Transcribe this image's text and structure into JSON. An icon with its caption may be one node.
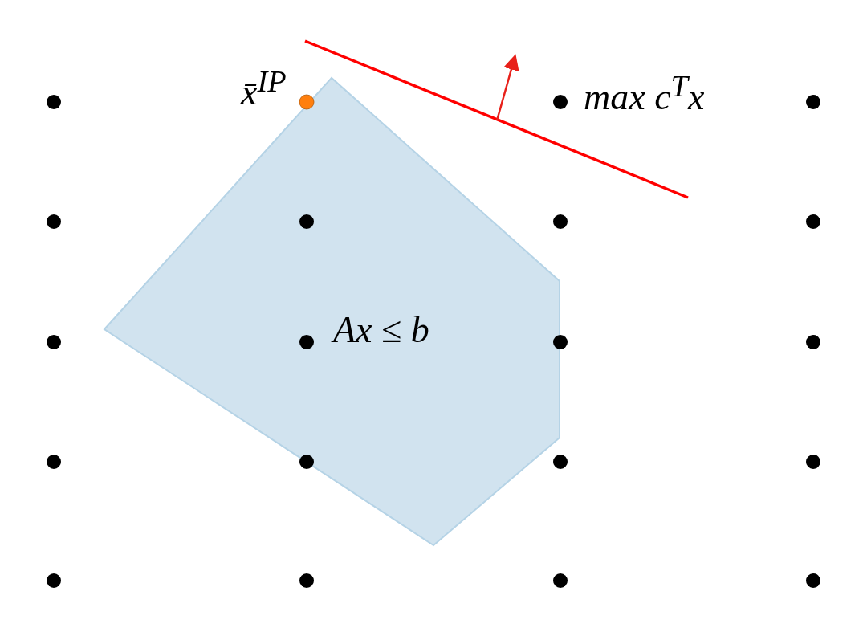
{
  "diagram": {
    "nodes": [
      {
        "text": [
          "Ax ≤ b"
        ]
      }
    ],
    "labels": [
      "x̄$^{IP}$",
      "max c$^{T}$x"
    ]
  }
}
